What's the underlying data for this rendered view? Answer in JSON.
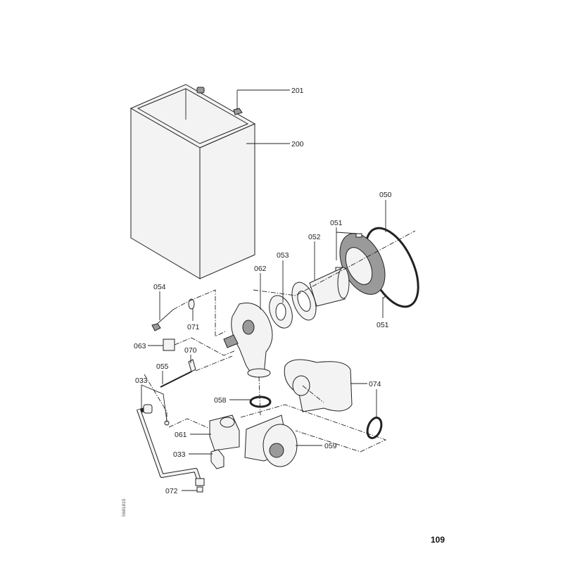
{
  "labels": {
    "p201": "201",
    "p200": "200",
    "p050": "050",
    "p051_top": "051",
    "p052": "052",
    "p053": "053",
    "p062": "062",
    "p054": "054",
    "p071": "071",
    "p063": "063",
    "p070": "070",
    "p055": "055",
    "p033_top": "033",
    "p058": "058",
    "p074": "074",
    "p061": "061",
    "p059": "059",
    "p033_bottom": "033",
    "p072": "072",
    "p051_bottom": "051"
  },
  "page_number": "109",
  "document_number": "5681815"
}
